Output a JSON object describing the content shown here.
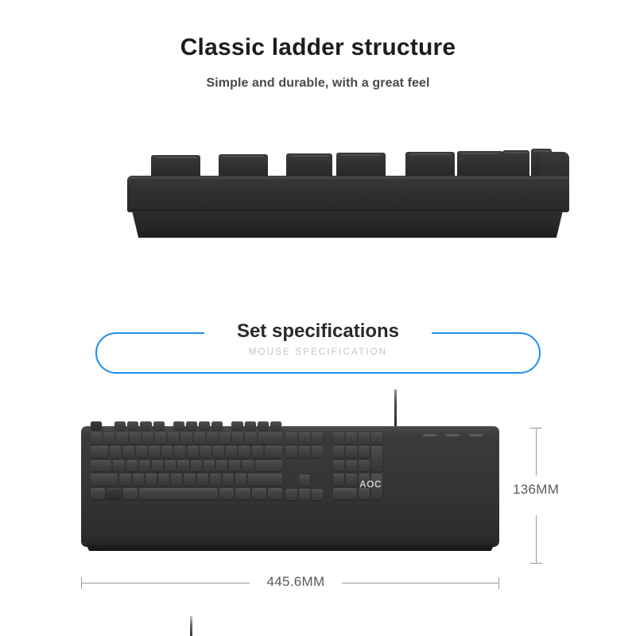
{
  "hero": {
    "title": "Classic ladder structure",
    "subtitle": "Simple and durable, with a great feel"
  },
  "spec_banner": {
    "title": "Set specifications",
    "subtitle": "MOUSE SPECIFICATION",
    "frame_color": "#1f8fef"
  },
  "product": {
    "brand": "AOC",
    "device": "keyboard",
    "layout": "full-size-104-key"
  },
  "dimensions": {
    "height_label": "136MM",
    "width_label": "445.6MM",
    "line_color": "#9a9a9a"
  },
  "colors": {
    "background": "#ffffff",
    "heading": "#1d1d1f",
    "subheading": "#4a4a4a",
    "accent_blue": "#1f8fef",
    "muted_gray": "#c3c3c3",
    "dimension_text": "#5a5a5a",
    "chassis_dark": "#343434"
  }
}
